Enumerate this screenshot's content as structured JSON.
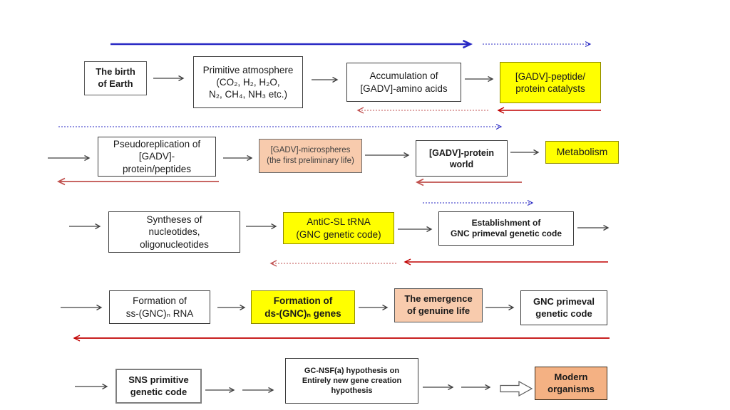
{
  "boxes": {
    "birth": "The birth\nof Earth",
    "atmosphere": "Primitive atmosphere\n(CO₂, H₂, H₂O,\nN₂, CH₄, NH₃ etc.)",
    "accumulation": "Accumulation of\n[GADV]-amino acids",
    "peptide_catalysts": "[GADV]-peptide/\nprotein catalysts",
    "pseudoreplication": "Pseudoreplication of\n[GADV]-\nprotein/peptides",
    "microspheres": "[GADV]-microspheres\n(the first preliminary life)",
    "protein_world": "[GADV]-protein\nworld",
    "metabolism": "Metabolism",
    "syntheses": "Syntheses of\nnucleotides,\noligonucleotides",
    "antic_sl_trna": "AntiC-SL tRNA\n(GNC genetic code)",
    "establishment": "Establishment of\nGNC primeval genetic code",
    "ss_gnc_rna": "Formation of\nss-(GNC)ₙ RNA",
    "ds_gnc_genes": "Formation of\nds-(GNC)ₙ genes",
    "emergence": "The emergence\nof genuine life",
    "gnc_primeval": "GNC primeval\ngenetic code",
    "sns_code": "SNS primitive\ngenetic code",
    "gc_nsf": "GC-NSF(a) hypothesis on\nEntirely new gene creation\nhypothesis",
    "modern_organisms": "Modern\norganisms"
  },
  "colors": {
    "highlight_yellow": "#FFFF00",
    "highlight_peach": "#F8CBAD",
    "highlight_orange": "#F4B183",
    "arrow_blue": "#2929C4",
    "arrow_red": "#C00000",
    "arrow_red_muted": "#C0504D",
    "arrow_black": "#404040"
  }
}
